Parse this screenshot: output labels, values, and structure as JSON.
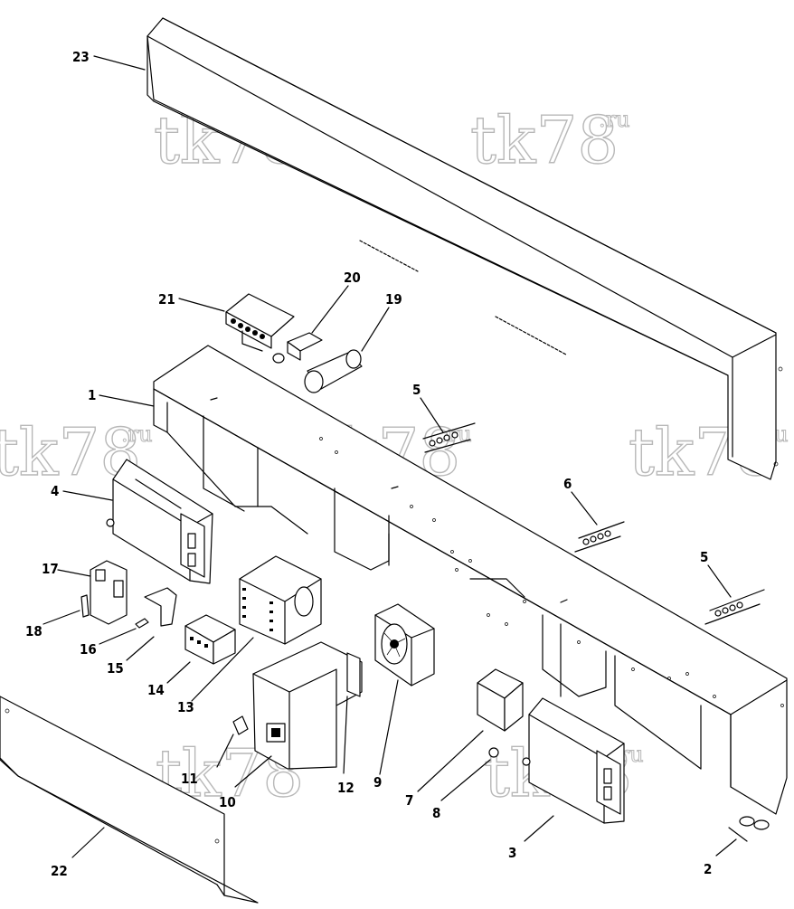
{
  "watermark": {
    "main": "tk78",
    "suffix": ".ru"
  },
  "callouts": [
    {
      "id": "c23",
      "label": "23"
    },
    {
      "id": "c21",
      "label": "21"
    },
    {
      "id": "c20",
      "label": "20"
    },
    {
      "id": "c19",
      "label": "19"
    },
    {
      "id": "c1",
      "label": "1"
    },
    {
      "id": "c5a",
      "label": "5"
    },
    {
      "id": "c4",
      "label": "4"
    },
    {
      "id": "c6",
      "label": "6"
    },
    {
      "id": "c5b",
      "label": "5"
    },
    {
      "id": "c17",
      "label": "17"
    },
    {
      "id": "c18",
      "label": "18"
    },
    {
      "id": "c16",
      "label": "16"
    },
    {
      "id": "c15",
      "label": "15"
    },
    {
      "id": "c14",
      "label": "14"
    },
    {
      "id": "c13",
      "label": "13"
    },
    {
      "id": "c11",
      "label": "11"
    },
    {
      "id": "c10",
      "label": "10"
    },
    {
      "id": "c12",
      "label": "12"
    },
    {
      "id": "c9",
      "label": "9"
    },
    {
      "id": "c7",
      "label": "7"
    },
    {
      "id": "c8",
      "label": "8"
    },
    {
      "id": "c3",
      "label": "3"
    },
    {
      "id": "c2",
      "label": "2"
    },
    {
      "id": "c22",
      "label": "22"
    }
  ]
}
